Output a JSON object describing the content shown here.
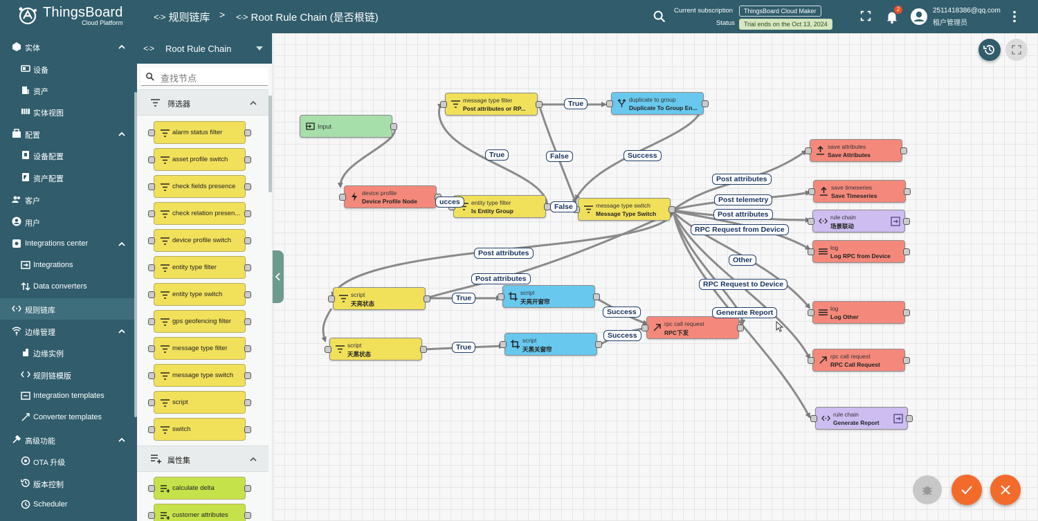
{
  "header": {
    "logo_title": "ThingsBoard",
    "logo_subtitle": "Cloud Platform",
    "breadcrumb_1": "规则链库",
    "breadcrumb_sep": ">",
    "breadcrumb_2": "Root Rule Chain (是否根链)",
    "subscription_label": "Current subscription",
    "subscription_value": "ThingsBoard Cloud Maker",
    "status_label": "Status",
    "status_value": "Trial ends on the Oct 13, 2024",
    "notification_count": "2",
    "user_email": "2511418386@qq.com",
    "user_role": "租户管理员"
  },
  "sidebar": {
    "items": [
      {
        "label": "实体",
        "icon": "entity-icon"
      },
      {
        "label": "设备",
        "icon": "device-icon"
      },
      {
        "label": "资产",
        "icon": "asset-icon"
      },
      {
        "label": "实体视图",
        "icon": "entity-view-icon"
      },
      {
        "label": "配置",
        "icon": "config-icon"
      },
      {
        "label": "设备配置",
        "icon": "device-profile-icon"
      },
      {
        "label": "资产配置",
        "icon": "asset-profile-icon"
      },
      {
        "label": "客户",
        "icon": "customers-icon"
      },
      {
        "label": "用户",
        "icon": "user-icon"
      },
      {
        "label": "Integrations center",
        "icon": "integrations-center-icon"
      },
      {
        "label": "Integrations",
        "icon": "integrations-icon"
      },
      {
        "label": "Data converters",
        "icon": "converters-icon"
      },
      {
        "label": "规则链库",
        "icon": "rule-chain-icon"
      },
      {
        "label": "边缘管理",
        "icon": "edge-icon"
      },
      {
        "label": "边缘实例",
        "icon": "edge-instance-icon"
      },
      {
        "label": "规则链模版",
        "icon": "rule-chain-template-icon"
      },
      {
        "label": "Integration templates",
        "icon": "integration-template-icon"
      },
      {
        "label": "Converter templates",
        "icon": "converter-template-icon"
      },
      {
        "label": "高级功能",
        "icon": "advanced-icon"
      },
      {
        "label": "OTA 升级",
        "icon": "ota-icon"
      },
      {
        "label": "版本控制",
        "icon": "version-control-icon"
      },
      {
        "label": "Scheduler",
        "icon": "scheduler-icon"
      }
    ]
  },
  "library": {
    "chain_name": "Root Rule Chain",
    "search_placeholder": "查找节点",
    "category_filter": "筛选器",
    "filter_nodes": [
      "alarm status filter",
      "asset profile switch",
      "check fields presence",
      "check relation presen...",
      "device profile switch",
      "entity type filter",
      "entity type switch",
      "gps geofencing filter",
      "message type filter",
      "message type switch",
      "script",
      "switch"
    ],
    "category_enrichment": "属性集",
    "enrichment_nodes": [
      "calculate delta",
      "customer attributes"
    ]
  },
  "canvas": {
    "nodes": [
      {
        "type": "",
        "name": "Input"
      },
      {
        "type": "device profile",
        "name": "Device Profile Node"
      },
      {
        "type": "message type filter",
        "name": "Post attributes or RP..."
      },
      {
        "type": "duplicate to group",
        "name": "Duplicate To Group En..."
      },
      {
        "type": "entity type filter",
        "name": "Is Entity Group"
      },
      {
        "type": "message type switch",
        "name": "Message Type Switch"
      },
      {
        "type": "save attributes",
        "name": "Save Attributes"
      },
      {
        "type": "save timeseries",
        "name": "Save Timeseries"
      },
      {
        "type": "rule chain",
        "name": "场景联动"
      },
      {
        "type": "log",
        "name": "Log RPC from Device"
      },
      {
        "type": "log",
        "name": "Log Other"
      },
      {
        "type": "rpc call request",
        "name": "RPC Call Request"
      },
      {
        "type": "rule chain",
        "name": "Generate Report"
      },
      {
        "type": "script",
        "name": "天亮状态"
      },
      {
        "type": "script",
        "name": "天亮开窗帘"
      },
      {
        "type": "rpc call request",
        "name": "RPC下发"
      },
      {
        "type": "script",
        "name": "天黑状态"
      },
      {
        "type": "script",
        "name": "天黑关窗帘"
      }
    ],
    "labels": {
      "true": "True",
      "false": "False",
      "success": "Success",
      "success_partial": "ucces",
      "post_attributes": "Post attributes",
      "post_telemetry": "Post telemetry",
      "rpc_from_device": "RPC Request from Device",
      "other": "Other",
      "rpc_to_device": "RPC Request to Device",
      "generate_report": "Generate Report"
    }
  },
  "colors": {
    "header": "#305c6b",
    "accent_orange": "#f36b2b",
    "filter_yellow": "#f1e05a",
    "action_red": "#f4897b",
    "transform_blue": "#68c8ee",
    "flow_purple": "#cdbdf0",
    "input_green": "#a7dfaa"
  }
}
